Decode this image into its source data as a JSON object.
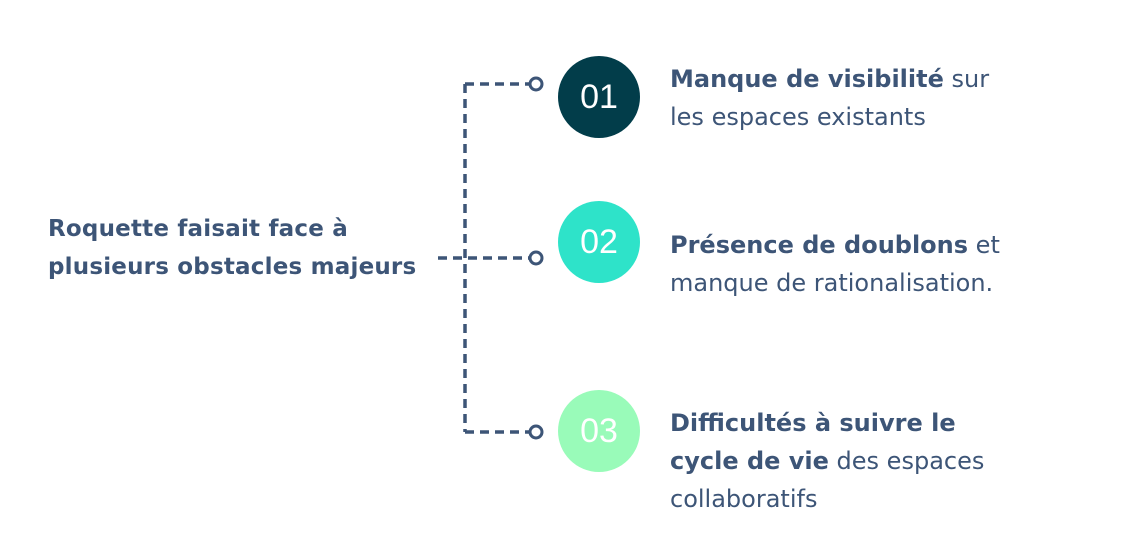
{
  "title_lines": [
    "Roquette faisait face à",
    "plusieurs obstacles majeurs"
  ],
  "items": [
    {
      "num": "01",
      "color": "#023d4a",
      "bold": "Manque de visibilité",
      "rest": " sur les espaces existants"
    },
    {
      "num": "02",
      "color": "#2ee3c9",
      "bold": "Présence de doublons",
      "rest": " et manque de rationalisation."
    },
    {
      "num": "03",
      "color": "#99fbb9",
      "bold": "Difficultés à suivre le cycle de vie",
      "rest": " des espaces collaboratifs"
    }
  ],
  "line_color": "#3d5577"
}
